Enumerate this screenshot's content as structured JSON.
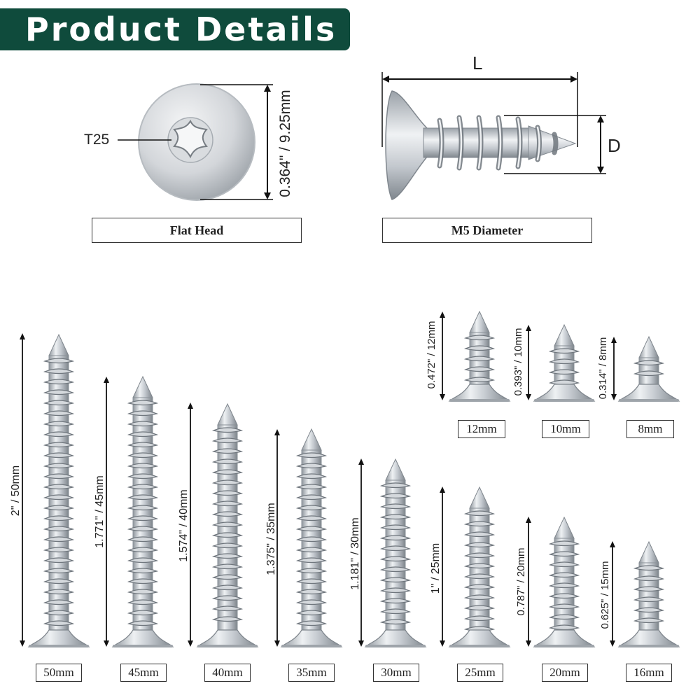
{
  "header": {
    "title": "Product Details"
  },
  "colors": {
    "banner": "#0f4b3c",
    "metal": "#c8cdd2",
    "dim_line": "#111111"
  },
  "head_view": {
    "drive_label": "T25",
    "head_dimension": "0.364\" / 9.25mm",
    "caption": "Flat Head"
  },
  "side_view": {
    "length_label": "L",
    "diameter_label": "D",
    "caption": "M5 Diameter"
  },
  "top_row": [
    {
      "dimension": "0.472\" / 12mm",
      "label": "12mm"
    },
    {
      "dimension": "0.393\" / 10mm",
      "label": "10mm"
    },
    {
      "dimension": "0.314\" / 8mm",
      "label": "8mm"
    }
  ],
  "bottom_row": [
    {
      "dimension": "2\" / 50mm",
      "label": "50mm"
    },
    {
      "dimension": "1.771\" / 45mm",
      "label": "45mm"
    },
    {
      "dimension": "1.574\" / 40mm",
      "label": "40mm"
    },
    {
      "dimension": "1.375\" / 35mm",
      "label": "35mm"
    },
    {
      "dimension": "1.181\" / 30mm",
      "label": "30mm"
    },
    {
      "dimension": "1\" / 25mm",
      "label": "25mm"
    },
    {
      "dimension": "0.787\" / 20mm",
      "label": "20mm"
    },
    {
      "dimension": "0.625\" / 15mm",
      "label": "16mm"
    }
  ]
}
